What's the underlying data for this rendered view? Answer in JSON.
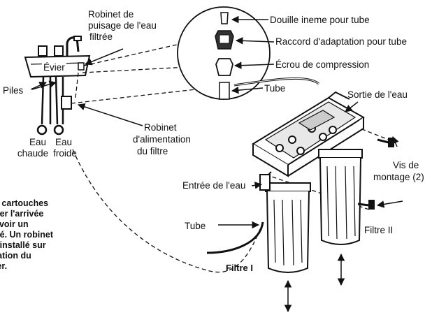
{
  "labels": {
    "robinet_puisage_1": "Robinet de",
    "robinet_puisage_2": "puisage de l'eau",
    "robinet_puisage_3": "filtrée",
    "evier": "Évier",
    "piles": "Piles",
    "eau_chaude_1": "Eau",
    "eau_chaude_2": "chaude",
    "eau_froide_1": "Eau",
    "eau_froide_2": "froide",
    "douille": "Douille ineme pour tube",
    "raccord": "Raccord d'adaptation pour tube",
    "ecrou": "Écrou de compression",
    "tube_top": "Tube",
    "sortie": "Sortie de l'eau",
    "robinet_alim_1": "Robinet",
    "robinet_alim_2": "d'alimentation",
    "robinet_alim_3": "du filtre",
    "vis_1": "Vis de",
    "vis_2": "montage (2)",
    "entree": "Entrée de l'eau",
    "tube_mid": "Tube",
    "filtre_2": "Filtre II",
    "filtre_1": "Filtre I"
  },
  "note": {
    "line1": "s cartouches",
    "line2": "ner l'arrivée",
    "line3": "avoir un",
    "line4": "ité. Un robinet",
    "line5": "t installé sur",
    "line6": "tation du",
    "line7": "ier."
  }
}
